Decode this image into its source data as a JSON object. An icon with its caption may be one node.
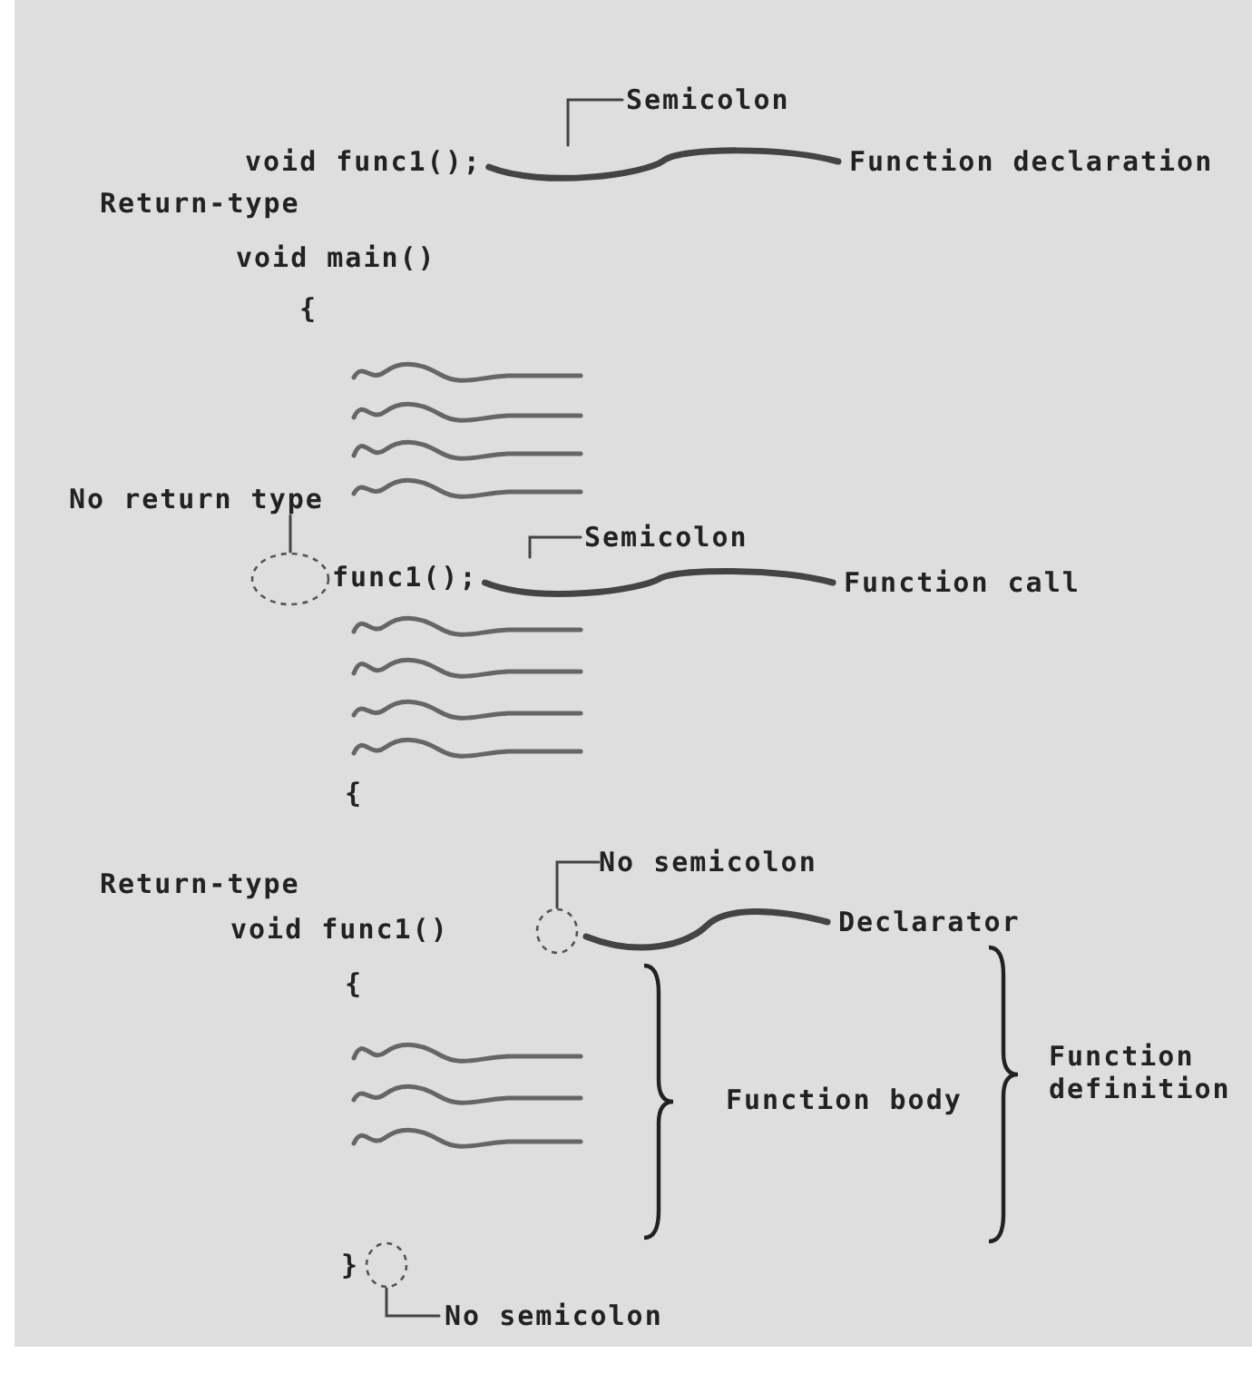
{
  "diagram": {
    "nodes": [
      {
        "text": [
          "void func1();"
        ]
      },
      {
        "text": [
          "Semicolon"
        ]
      },
      {
        "text": [
          "Function declaration"
        ]
      },
      {
        "text": [
          "No return type"
        ]
      },
      {
        "text": [],
        "shape": "circle"
      },
      {
        "text": [
          "func1();"
        ]
      },
      {
        "text": [
          "Semicolon"
        ]
      },
      {
        "text": [
          "Function call"
        ]
      },
      {
        "text": [
          "void func1()"
        ]
      },
      {
        "text": [
          "No semicolon"
        ]
      },
      {
        "text": [],
        "shape": "circle"
      },
      {
        "text": [
          "Declarator"
        ]
      },
      {
        "text": [
          "Function body"
        ]
      },
      {
        "text": [
          "Function definition"
        ]
      },
      {
        "text": [],
        "shape": "circle"
      },
      {
        "text": [
          "No semicolon"
        ]
      }
    ],
    "edges": [
      {
        "from": 1,
        "to": null,
        "arrow": "none"
      },
      {
        "from": 0,
        "to": 2,
        "arrow": "none",
        "style": "thick"
      },
      {
        "from": 3,
        "to": 4,
        "arrow": "none"
      },
      {
        "from": 6,
        "to": null,
        "arrow": "none"
      },
      {
        "from": 5,
        "to": 7,
        "arrow": "none",
        "style": "thick"
      },
      {
        "from": 9,
        "to": 10,
        "arrow": "none"
      },
      {
        "from": 10,
        "to": 11,
        "arrow": "none",
        "style": "thick"
      },
      {
        "from": 15,
        "to": 14,
        "arrow": "none"
      }
    ],
    "labels": [
      "Return-type",
      "void main()",
      "{",
      "{",
      "Return-type",
      "{",
      "}"
    ]
  }
}
